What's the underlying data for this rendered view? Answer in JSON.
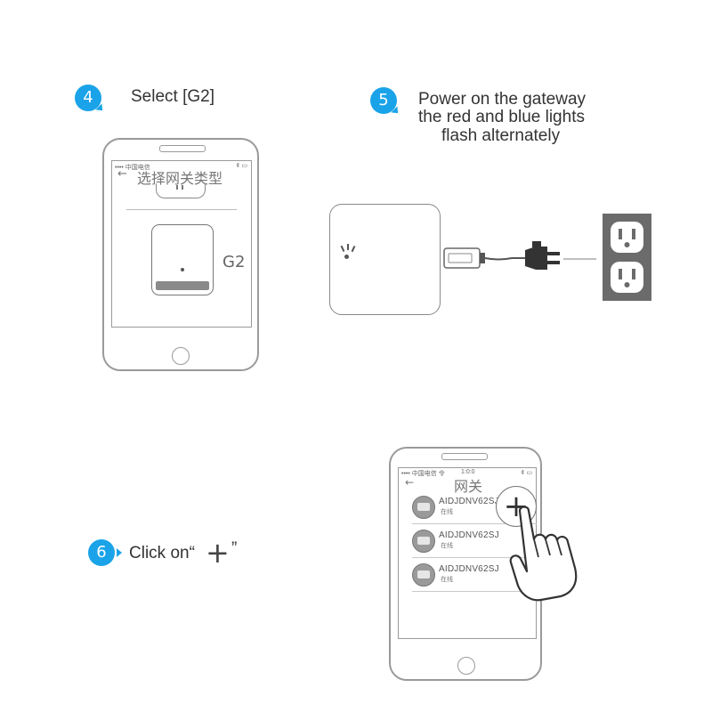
{
  "steps": [
    {
      "number": "4",
      "text": "Select [G2]"
    },
    {
      "number": "5",
      "text_lines": [
        "Power on the gateway",
        "the red and blue lights",
        "flash alternately"
      ]
    },
    {
      "number": "6",
      "text": "Click on“",
      "plus": "+",
      "close_quote": "”"
    }
  ],
  "phone1": {
    "status_left": "•••• 中国电信",
    "status_time": "",
    "status_right": "¢ ▭",
    "back_arrow": "←",
    "title": "选择网关类型",
    "device_label": "G2"
  },
  "phone2": {
    "status_left": "•••• 中国电信 令",
    "status_time": "1:0:0",
    "status_right": "¢ ▭",
    "back_arrow": "←",
    "title": "网关",
    "add_button": "+",
    "devices": [
      {
        "id": "AIDJDNV62SJ",
        "status": "在线"
      },
      {
        "id": "AIDJDNV62SJ",
        "status": "在线"
      },
      {
        "id": "AIDJDNV62SJ",
        "status": "在线"
      }
    ]
  },
  "colors": {
    "accent": "#1aa3e8",
    "outline": "#9a9a9a",
    "outlet": "#6b6b6b"
  }
}
